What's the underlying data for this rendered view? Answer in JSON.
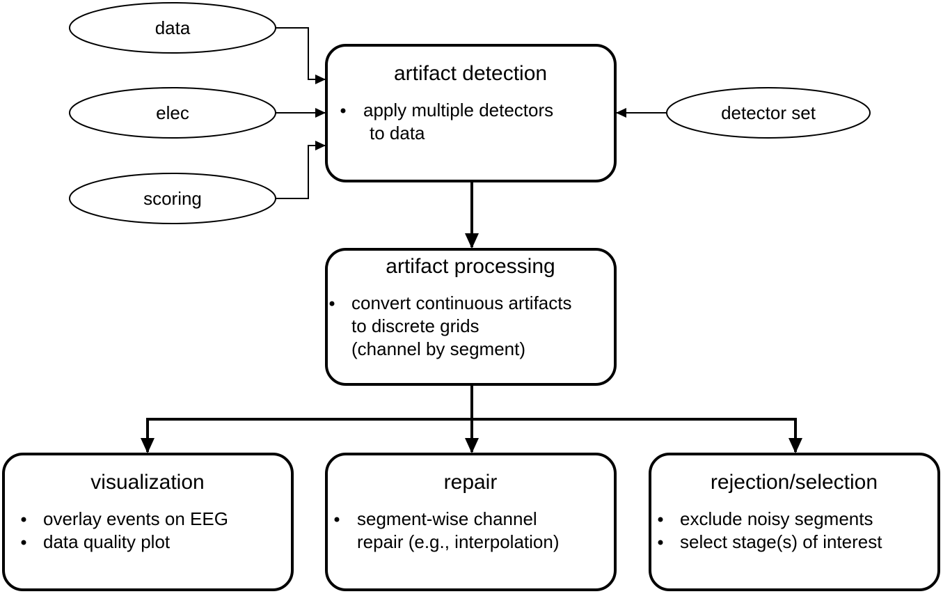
{
  "inputs": {
    "data": "data",
    "elec": "elec",
    "scoring": "scoring",
    "detector_set": "detector set"
  },
  "artifact_detection": {
    "title": "artifact detection",
    "bullets": [
      {
        "lines": [
          "apply multiple detectors",
          "to data"
        ]
      }
    ]
  },
  "artifact_processing": {
    "title": "artifact processing",
    "bullets": [
      {
        "lines": [
          "convert continuous artifacts",
          "to discrete grids",
          "(channel by segment)"
        ]
      }
    ]
  },
  "visualization": {
    "title": "visualization",
    "bullets": [
      {
        "lines": [
          "overlay events on EEG"
        ]
      },
      {
        "lines": [
          "data quality plot"
        ]
      }
    ]
  },
  "repair": {
    "title": "repair",
    "bullets": [
      {
        "lines": [
          "segment-wise channel",
          "repair (e.g., interpolation)"
        ]
      }
    ]
  },
  "rejection_selection": {
    "title": "rejection/selection",
    "bullets": [
      {
        "lines": [
          "exclude noisy segments"
        ]
      },
      {
        "lines": [
          "select stage(s) of interest"
        ]
      }
    ]
  }
}
